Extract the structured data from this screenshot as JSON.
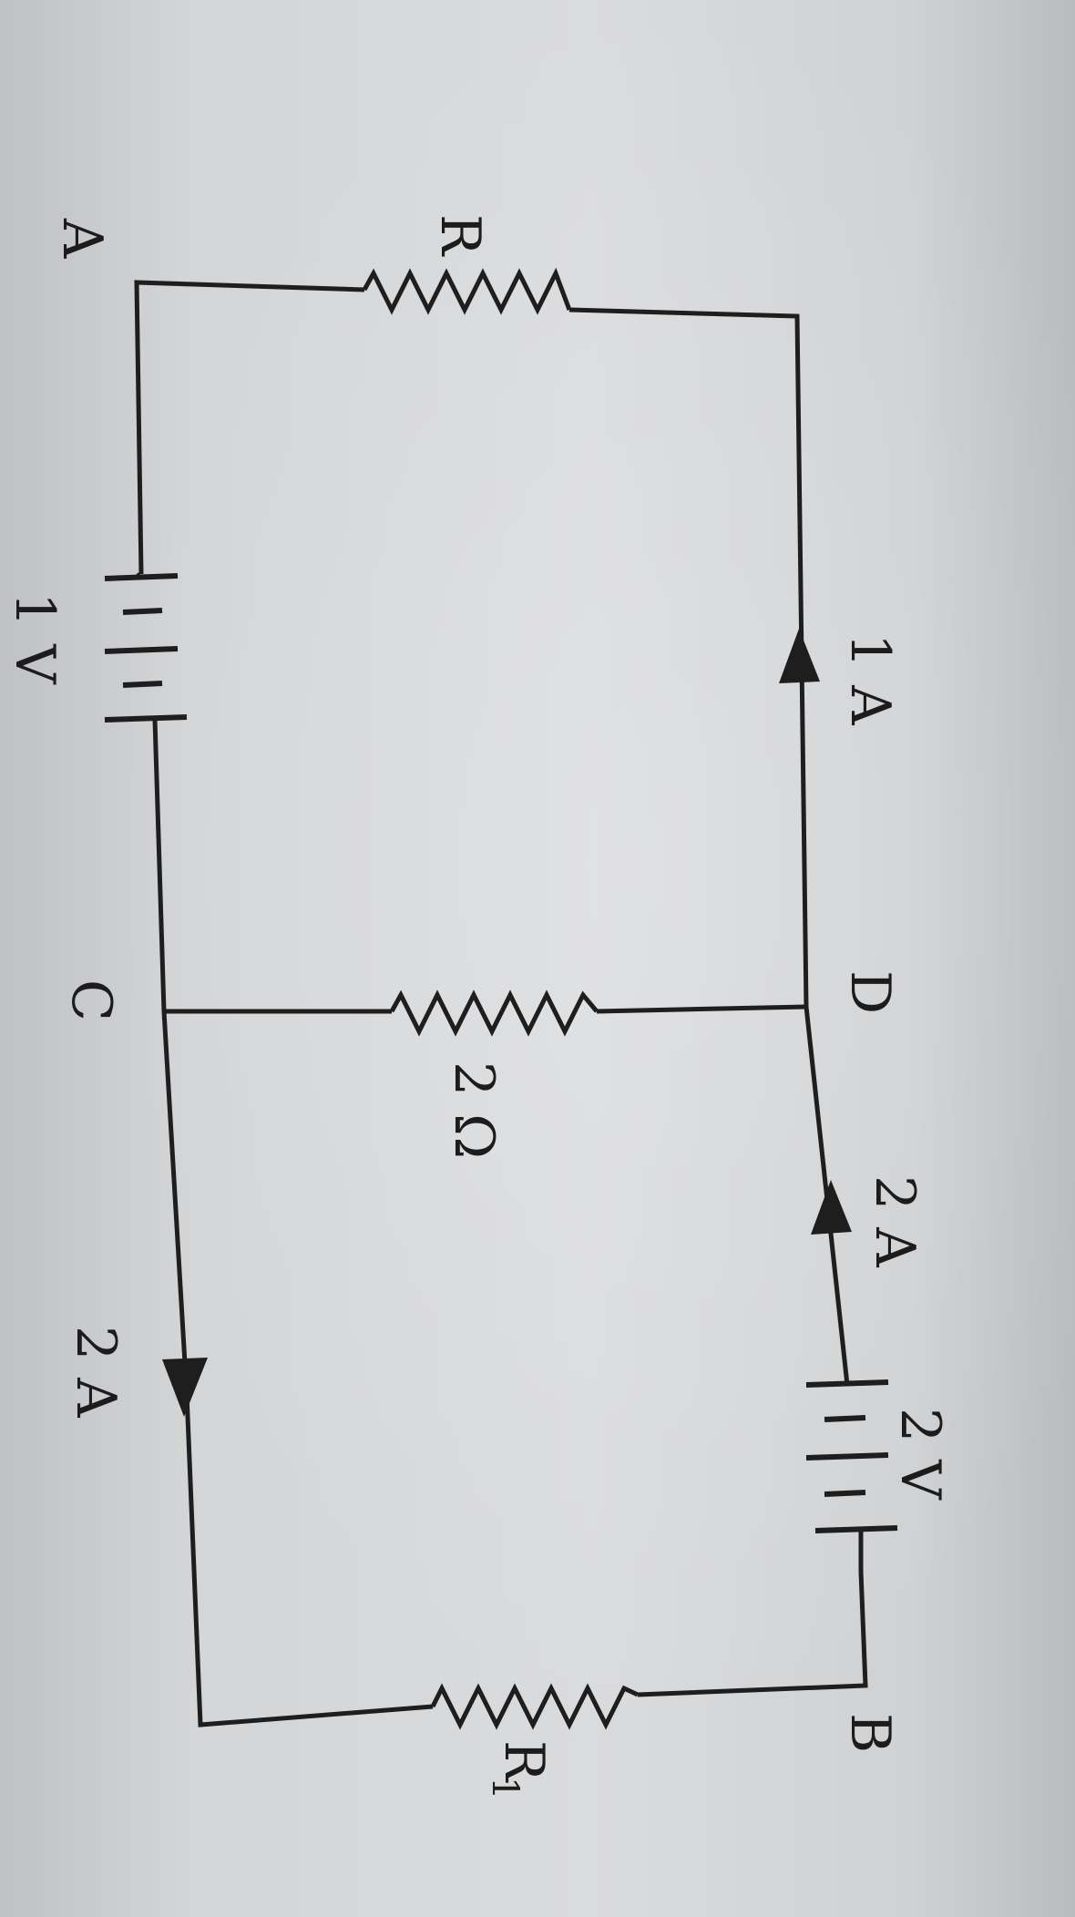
{
  "diagram": {
    "nodes": [
      "A",
      "B",
      "C",
      "D"
    ],
    "components": {
      "resistor_top": {
        "label": "R"
      },
      "resistor_middle": {
        "label": "2 Ω"
      },
      "resistor_bottom": {
        "label": "R",
        "subscript": "1"
      },
      "battery_left": {
        "label": "1 V"
      },
      "battery_right": {
        "label": "2 V"
      }
    },
    "currents": {
      "right_top": "1 A",
      "right_bottom": "2 A",
      "left_bottom": "2 A"
    }
  }
}
